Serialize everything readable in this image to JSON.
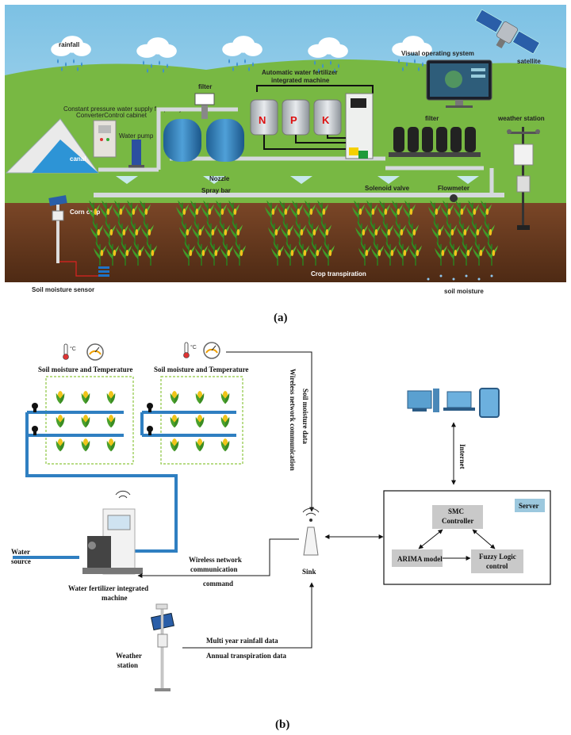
{
  "panel_a": {
    "caption": "(a)",
    "labels": {
      "rainfall": "rainfall",
      "visual_os": "Visual operating system",
      "satellite": "satellite",
      "machine_line1": "Automatic water fertilizer",
      "machine_line2": "integrated machine",
      "filter_top": "filter",
      "filter_right": "filter",
      "weather_station": "weather station",
      "pump_cabinet_line1": "Constant pressure water supply frequency",
      "pump_cabinet_line2": "ConverterControl cabinet",
      "water_pump": "Water pump",
      "canal": "canal",
      "nozzle": "Nozzle",
      "spray_bar": "Spray bar",
      "solenoid_valve": "Solenoid valve",
      "flowmeter": "Flowmeter",
      "corn_crop": "Corn crop",
      "crop_transpiration": "Crop transpiration",
      "soil_moisture_sensor": "Soil moisture sensor",
      "soil_moisture": "soil moisture",
      "tank_n": "N",
      "tank_p": "P",
      "tank_k": "K"
    }
  },
  "panel_b": {
    "caption": "(b)",
    "labels": {
      "field1_title": "Soil moisture and Temperature",
      "field2_title": "Soil moisture and Temperature",
      "wireless_comm_vertical": "Wireless network communication",
      "soil_moisture_data": "Soil moisture data",
      "internet": "Internet",
      "server": "Server",
      "smc_line1": "SMC",
      "smc_line2": "Controller",
      "arima": "ARIMA model",
      "fuzzy_line1": "Fuzzy Logic",
      "fuzzy_line2": "control",
      "sink": "Sink",
      "water_line1": "Water",
      "water_line2": "source",
      "machine_line1": "Water fertilizer integrated",
      "machine_line2": "machine",
      "wireless_line1": "Wireless network",
      "wireless_line2": "communication",
      "command": "command",
      "rainfall_data": "Multi year rainfall data",
      "transpiration_data": "Annual transpiration data",
      "weather_line1": "Weather",
      "weather_line2": "station"
    }
  },
  "colors": {
    "sky": "#9fd1ea",
    "grass": "#6cae3a",
    "soil": "#6b3d20",
    "pipe_blue": "#2f7fc1",
    "box_grey": "#c9c9c9",
    "server_blue": "#9cc8de",
    "field_green": "#8dc63f"
  }
}
